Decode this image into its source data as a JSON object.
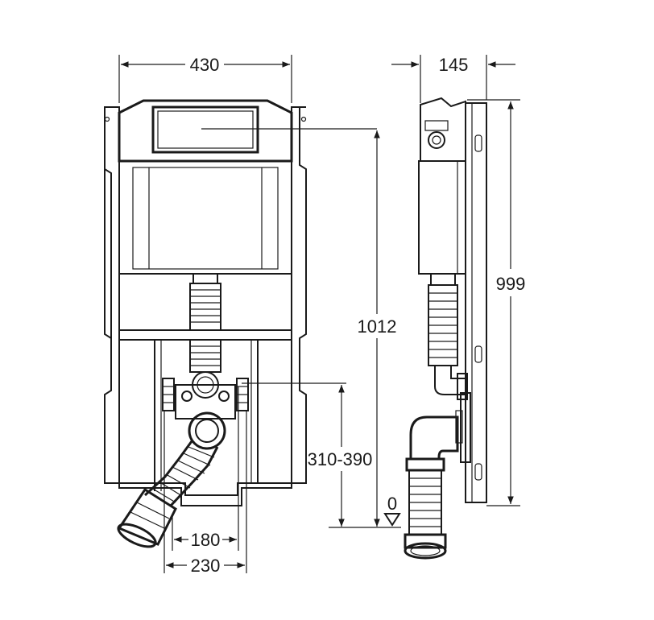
{
  "dimensions": {
    "frame_width": "430",
    "frame_depth": "145",
    "total_height_front": "1012",
    "total_height_side": "999",
    "drain_height": "310-390",
    "inner_spacing": "180",
    "outer_spacing": "230",
    "floor_level": "0"
  },
  "colors": {
    "line": "#1a1a1a",
    "fill_light": "#d9d9d9",
    "fill_mid": "#bdbdbd"
  }
}
